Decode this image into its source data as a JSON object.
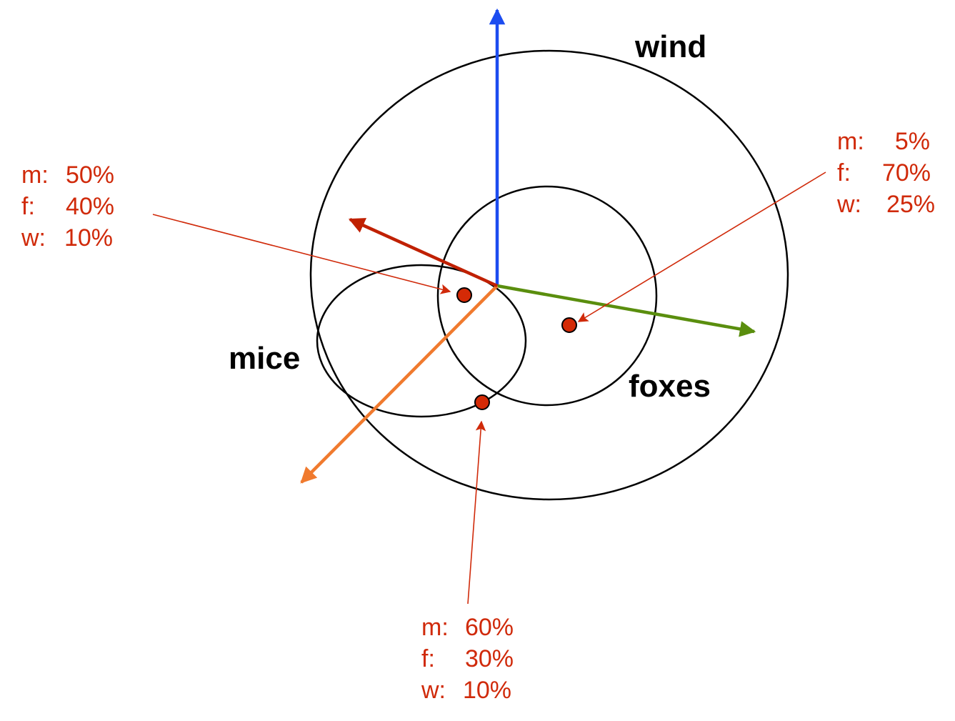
{
  "colors": {
    "outline": "#000000",
    "blue_arrow": "#1c4cf0",
    "green_arrow": "#5a8e0e",
    "orange_arrow": "#f07a2e",
    "darkred_arrow": "#c02000",
    "annotation": "#d02a0a",
    "point_fill": "#d42a06"
  },
  "labels": {
    "wind": "wind",
    "mice": "mice",
    "foxes": "foxes"
  },
  "annotations": {
    "left": {
      "lines": [
        {
          "key": "m:",
          "value": "50%"
        },
        {
          "key": "f:",
          "value": "40%"
        },
        {
          "key": "w:",
          "value": "10%"
        }
      ]
    },
    "right": {
      "lines": [
        {
          "key": "m:",
          "value": "5%"
        },
        {
          "key": "f:",
          "value": "70%"
        },
        {
          "key": "w:",
          "value": "25%"
        }
      ]
    },
    "bottom": {
      "lines": [
        {
          "key": "m:",
          "value": "60%"
        },
        {
          "key": "f:",
          "value": "30%"
        },
        {
          "key": "w:",
          "value": "10%"
        }
      ]
    }
  }
}
